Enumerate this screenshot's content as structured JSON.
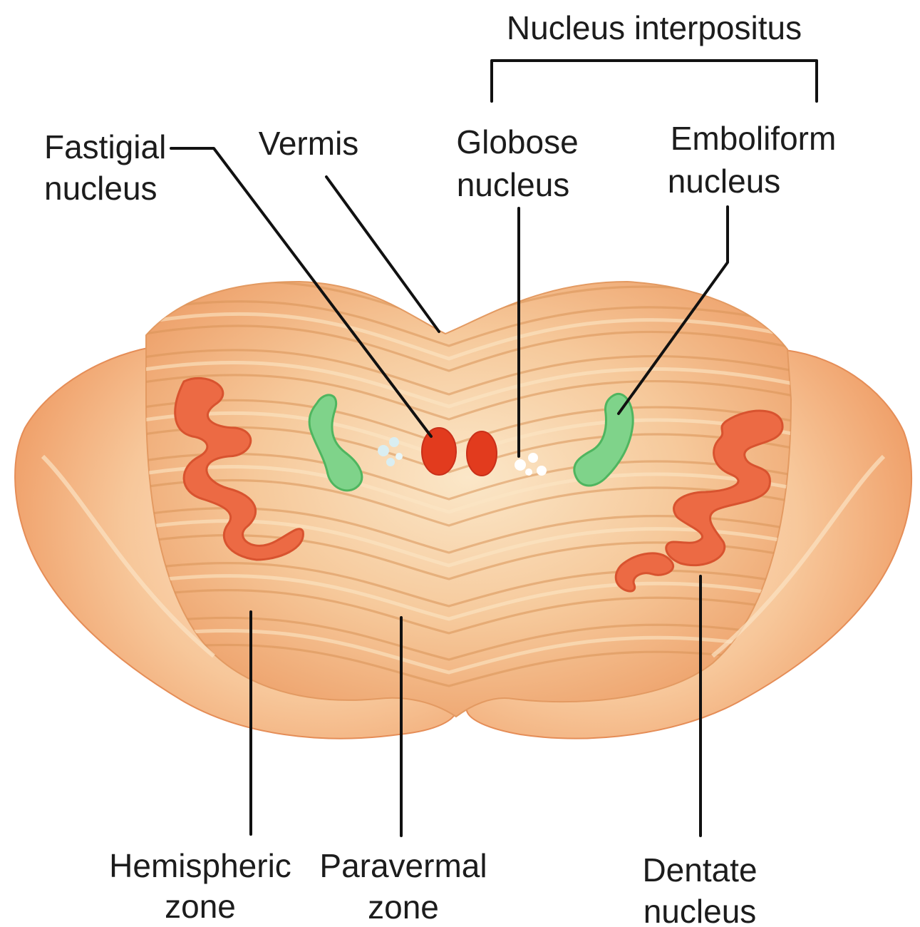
{
  "labels": {
    "nucleus_interpositus": "Nucleus interpositus",
    "fastigial": [
      "Fastigial",
      "nucleus"
    ],
    "vermis": "Vermis",
    "globose": [
      "Globose",
      "nucleus"
    ],
    "emboliform": [
      "Emboliform",
      "nucleus"
    ],
    "hemispheric": [
      "Hemispheric",
      "zone"
    ],
    "paravermal": [
      "Paravermal",
      "zone"
    ],
    "dentate": [
      "Dentate",
      "nucleus"
    ]
  },
  "colors": {
    "cerebellum_fill": "#f6c79a",
    "hemisphere_fill": "#f9d3ad",
    "vermis_fill": "#f0b37a",
    "fastigial_nucleus": "#e23b1e",
    "dentate_nucleus": "#ec6a44",
    "emboliform_nucleus": "#7fd38a",
    "globose_nucleus": "#ffffff",
    "leader_lines": "#111111",
    "label_text": "#1c1c1c"
  }
}
